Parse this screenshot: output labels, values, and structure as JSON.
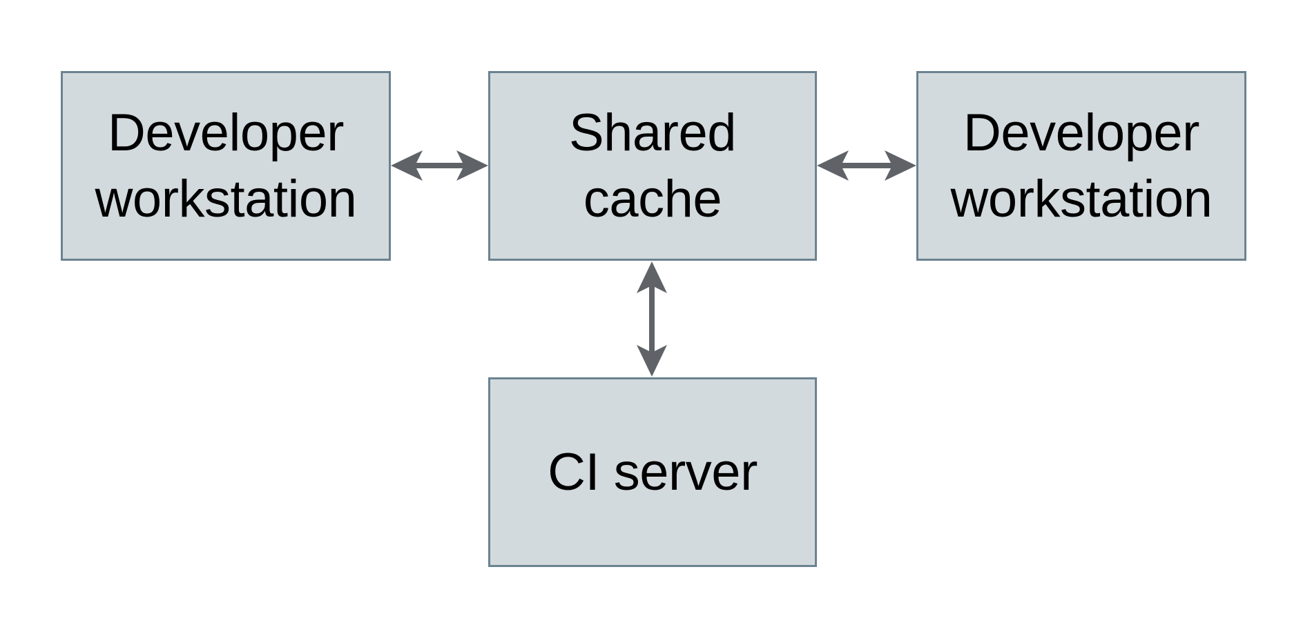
{
  "colors": {
    "background": "#ffffff",
    "node_fill": "#d3dadd",
    "node_border": "#6b8290",
    "arrow": "#5f6368",
    "text": "#000000"
  },
  "nodes": {
    "developer_workstation_left": {
      "label": "Developer\nworkstation"
    },
    "shared_cache": {
      "label": "Shared\ncache"
    },
    "developer_workstation_right": {
      "label": "Developer\nworkstation"
    },
    "ci_server": {
      "label": "CI server"
    }
  },
  "connectors": [
    {
      "from": "developer_workstation_left",
      "to": "shared_cache",
      "type": "double-arrow",
      "orientation": "horizontal"
    },
    {
      "from": "shared_cache",
      "to": "developer_workstation_right",
      "type": "double-arrow",
      "orientation": "horizontal"
    },
    {
      "from": "shared_cache",
      "to": "ci_server",
      "type": "double-arrow",
      "orientation": "vertical"
    }
  ]
}
